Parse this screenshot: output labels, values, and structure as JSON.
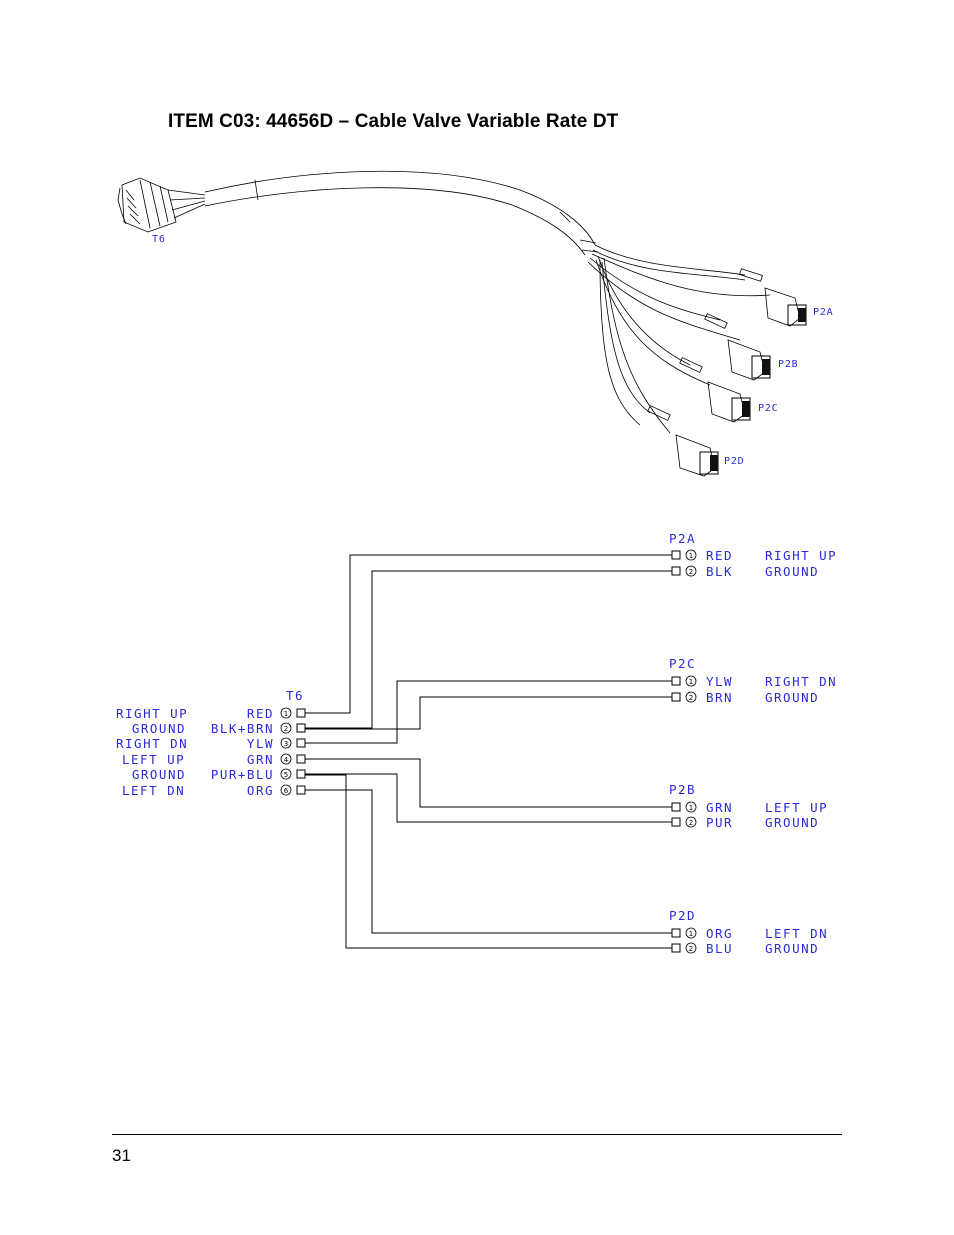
{
  "title": "ITEM C03: 44656D – Cable Valve Variable Rate DT",
  "page_number": "31",
  "illustration": {
    "t6_label": "T6",
    "p2a_label": "P2A",
    "p2b_label": "P2B",
    "p2c_label": "P2C",
    "p2d_label": "P2D"
  },
  "schematic": {
    "t6": {
      "label": "T6",
      "pins": [
        {
          "num": "1",
          "wire": "RED",
          "function": "RIGHT UP"
        },
        {
          "num": "2",
          "wire": "BLK+BRN",
          "function": "GROUND"
        },
        {
          "num": "3",
          "wire": "YLW",
          "function": "RIGHT DN"
        },
        {
          "num": "4",
          "wire": "GRN",
          "function": "LEFT UP"
        },
        {
          "num": "5",
          "wire": "PUR+BLU",
          "function": "GROUND"
        },
        {
          "num": "6",
          "wire": "ORG",
          "function": "LEFT DN"
        }
      ]
    },
    "p2a": {
      "label": "P2A",
      "pins": [
        {
          "num": "1",
          "wire": "RED",
          "function": "RIGHT UP"
        },
        {
          "num": "2",
          "wire": "BLK",
          "function": "GROUND"
        }
      ]
    },
    "p2c": {
      "label": "P2C",
      "pins": [
        {
          "num": "1",
          "wire": "YLW",
          "function": "RIGHT DN"
        },
        {
          "num": "2",
          "wire": "BRN",
          "function": "GROUND"
        }
      ]
    },
    "p2b": {
      "label": "P2B",
      "pins": [
        {
          "num": "1",
          "wire": "GRN",
          "function": "LEFT UP"
        },
        {
          "num": "2",
          "wire": "PUR",
          "function": "GROUND"
        }
      ]
    },
    "p2d": {
      "label": "P2D",
      "pins": [
        {
          "num": "1",
          "wire": "ORG",
          "function": "LEFT DN"
        },
        {
          "num": "2",
          "wire": "BLU",
          "function": "GROUND"
        }
      ]
    }
  },
  "colors": {
    "label_blue": "#2b2bd8",
    "line": "#000000"
  }
}
